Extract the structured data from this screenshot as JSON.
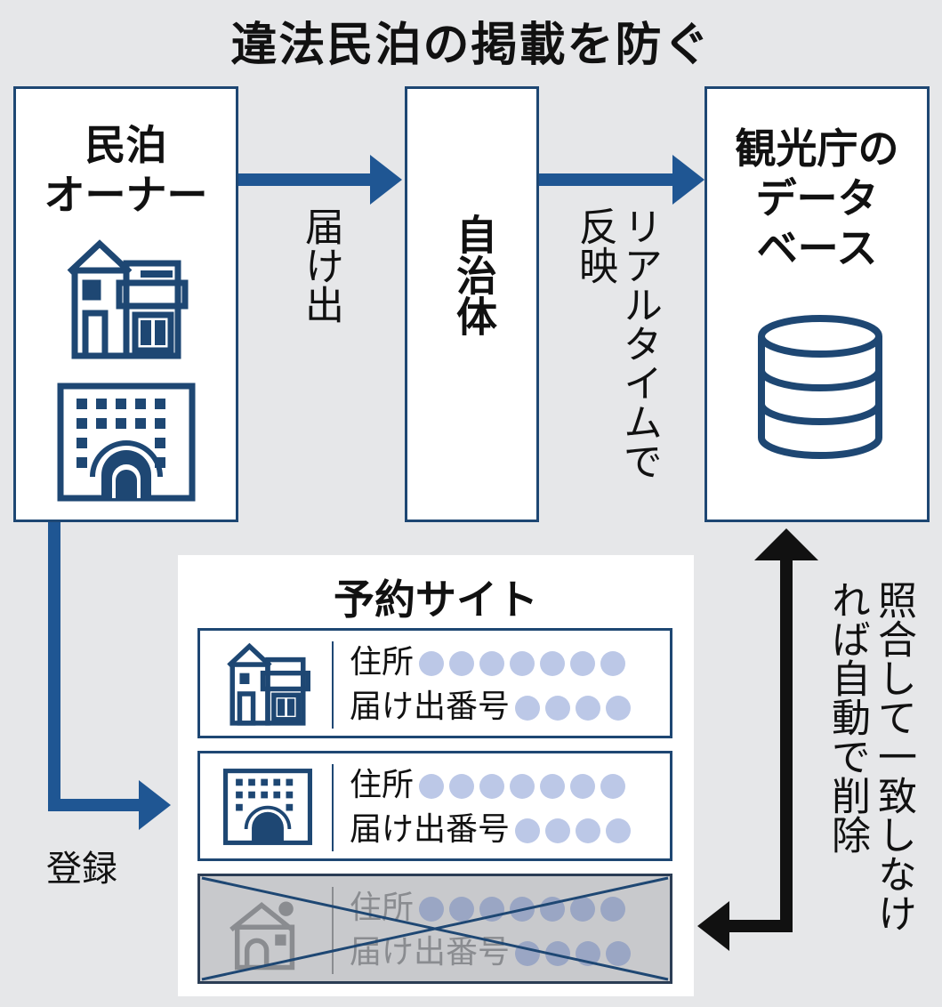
{
  "title": "違法民泊の掲載を防ぐ",
  "owner": {
    "label_line1": "民泊",
    "label_line2": "オーナー"
  },
  "municipality": {
    "label": "自治体"
  },
  "agency": {
    "label_line1": "観光庁の",
    "label_line2": "データ",
    "label_line3": "ベース"
  },
  "arrows": {
    "submit": "届け出",
    "realtime_col1": "リアルタイムで",
    "realtime_col2": "反映",
    "register": "登録",
    "delete_col1": "照合して一致しなけ",
    "delete_col2": "れば自動で削除"
  },
  "booking_site": {
    "title": "予約サイト",
    "listings": [
      {
        "address_label": "住所",
        "number_label": "届け出番号",
        "status": "valid"
      },
      {
        "address_label": "住所",
        "number_label": "届け出番号",
        "status": "valid"
      },
      {
        "address_label": "住所",
        "number_label": "届け出番号",
        "status": "removed"
      }
    ]
  },
  "colors": {
    "accent": "#1e4773",
    "arrow_blue": "#1f5693",
    "arrow_black": "#111111",
    "dot": "#bcc8e7"
  }
}
